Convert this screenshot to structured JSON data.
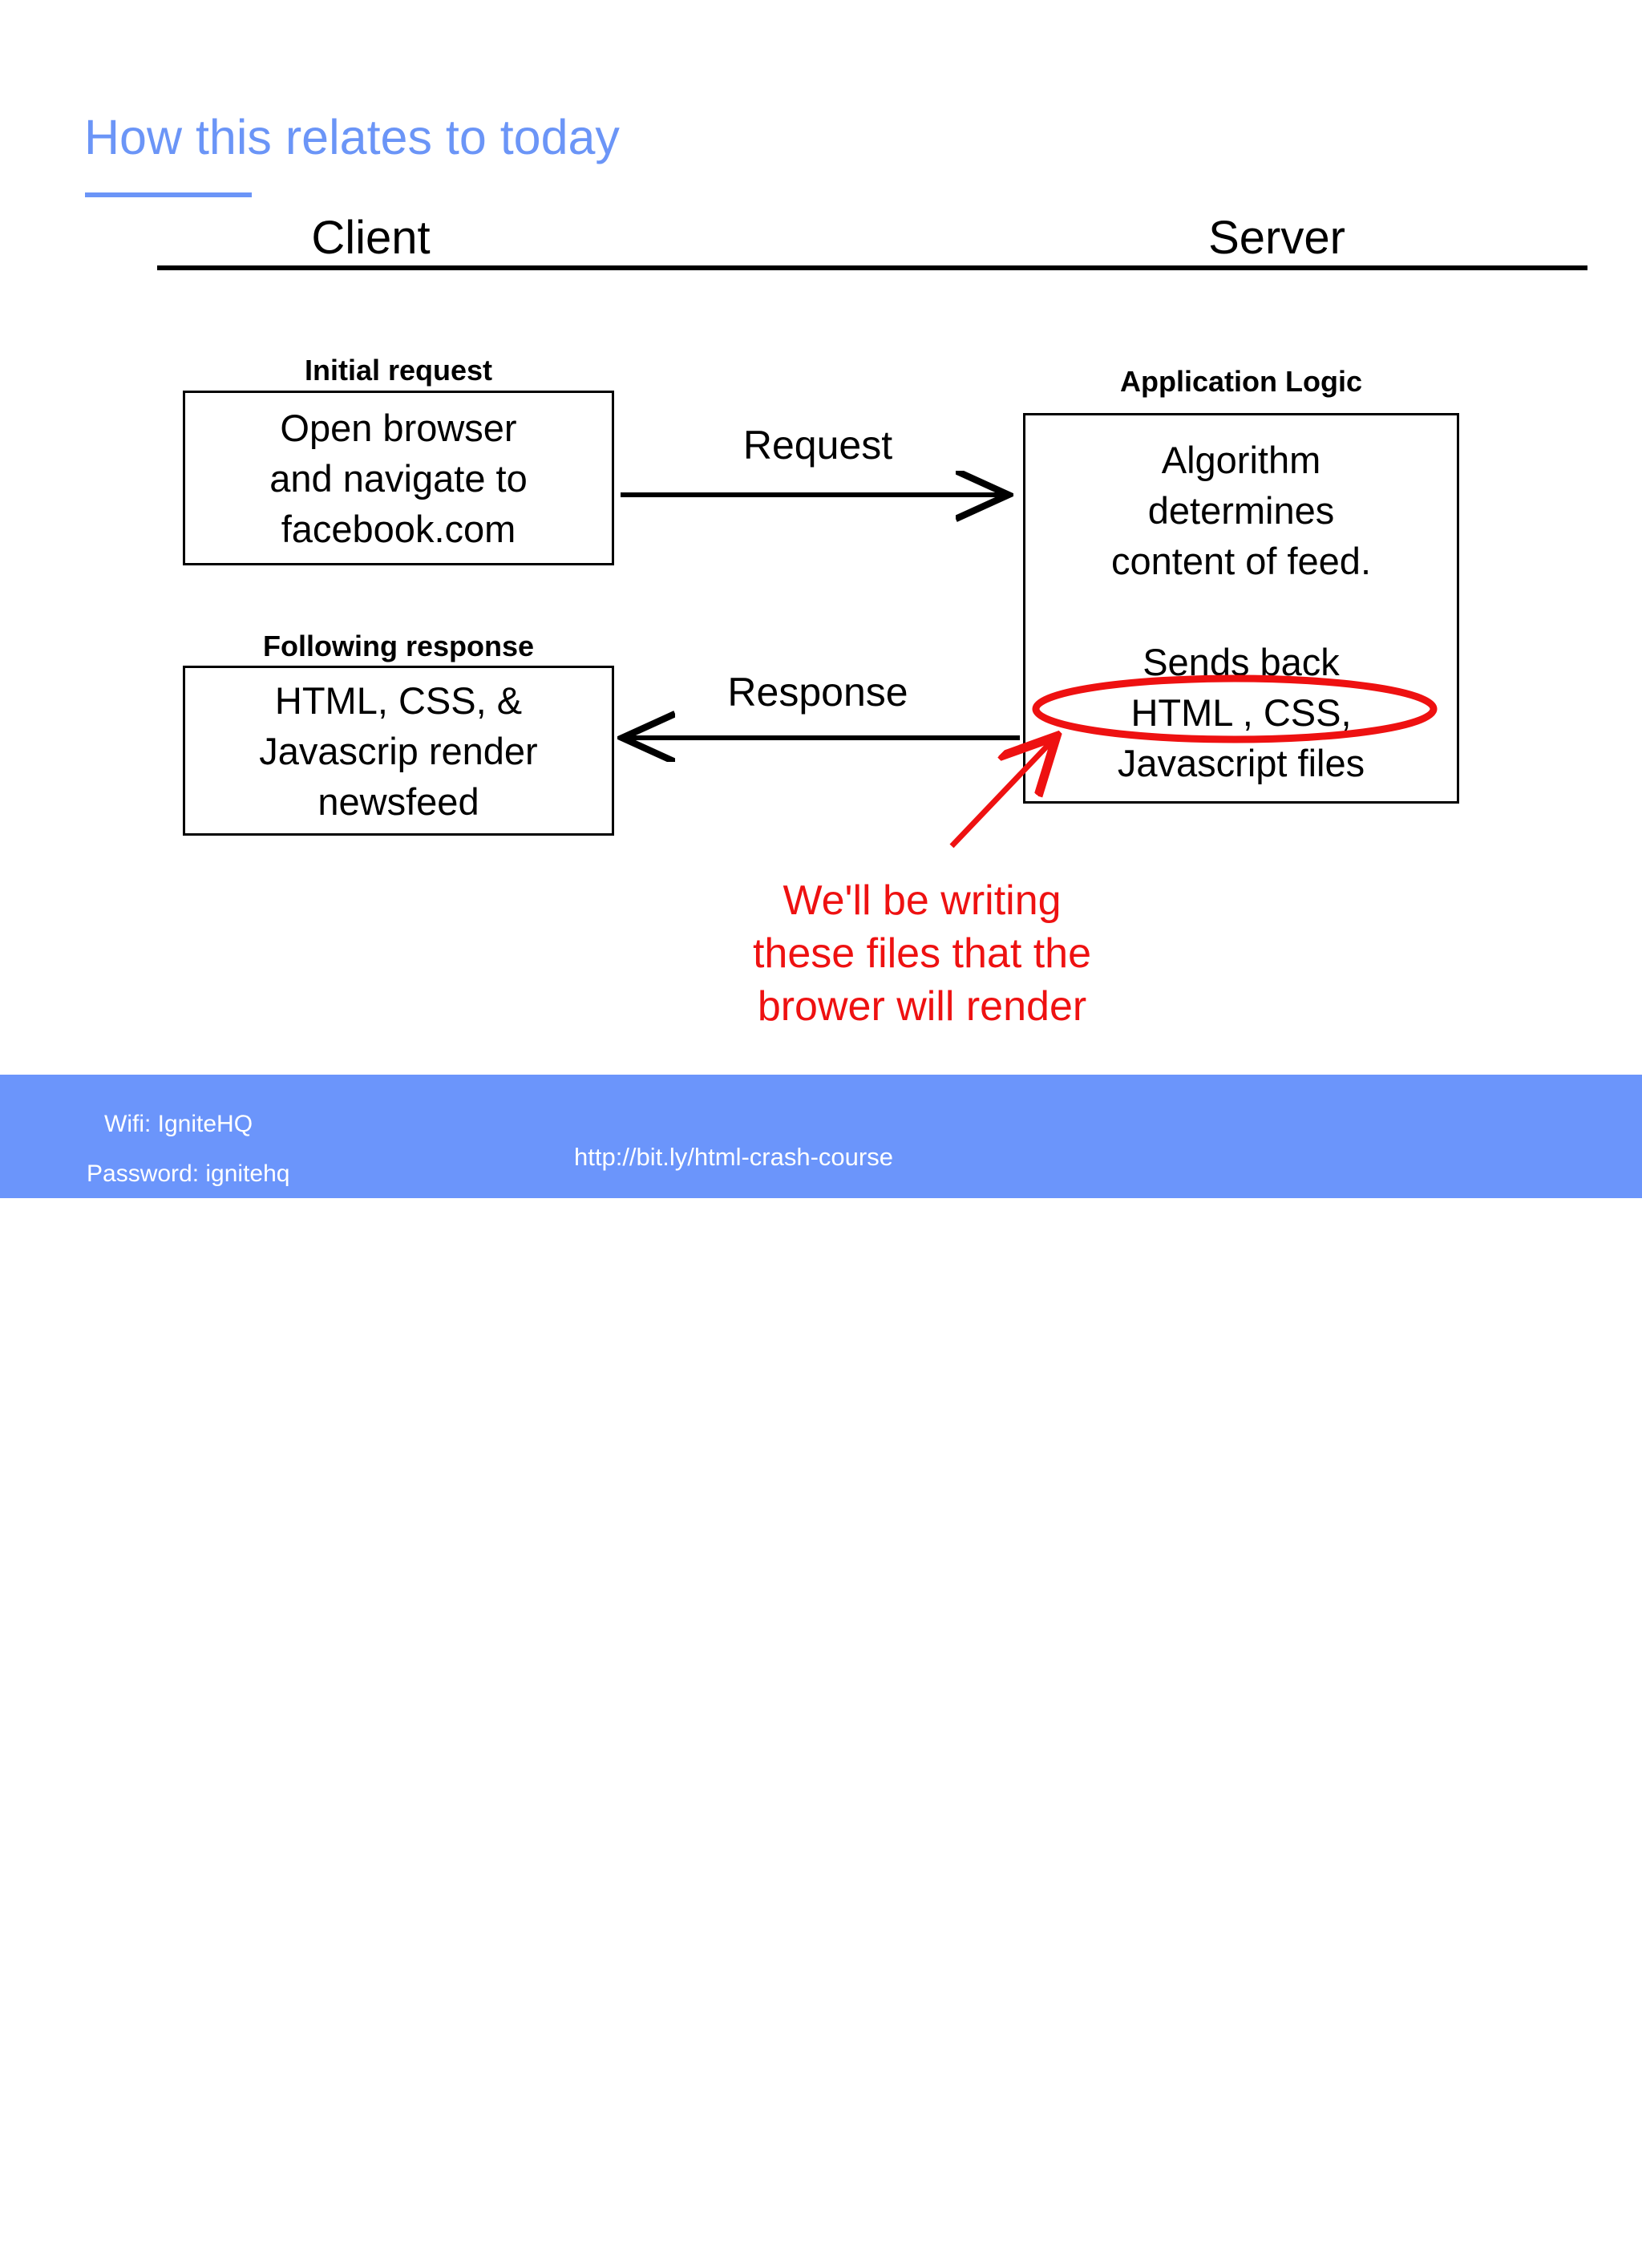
{
  "slide": {
    "title": "How this relates to today",
    "title_color": "#6B95F7",
    "background": "#ffffff"
  },
  "columns": {
    "client": "Client",
    "server": "Server"
  },
  "client_flow": {
    "request_label": "Initial request",
    "request_box_text": "Open browser\nand navigate to\nfacebook.com",
    "response_label": "Following response",
    "response_box_text": "HTML, CSS, &\nJavascrip render\nnewsfeed"
  },
  "server_flow": {
    "logic_label": "Application Logic",
    "logic_box_text": "Algorithm\ndetermines\ncontent of feed.\n\nSends back\nHTML , CSS,\nJavascript files"
  },
  "arrows": {
    "request": "Request",
    "response": "Response"
  },
  "annotation": {
    "text": "We'll be writing\nthese files that the\nbrower will render",
    "color": "#EE1111",
    "highlight_shape": "red-ellipse",
    "pointer_shape": "red-arrow"
  },
  "footer": {
    "background": "#6B95FB",
    "wifi": "Wifi: IgniteHQ",
    "password": "Password: ignitehq",
    "url": "http://bit.ly/html-crash-course"
  }
}
